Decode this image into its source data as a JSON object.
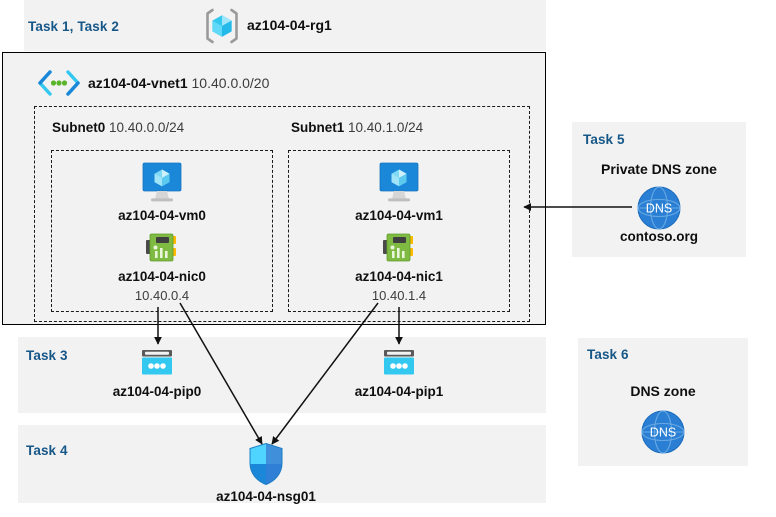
{
  "header": {
    "task_label": "Task 1, Task 2",
    "resource_group_icon": "resource-group-cube-icon",
    "resource_group_name": "az104-04-rg1"
  },
  "vnet": {
    "icon": "virtual-network-icon",
    "name": "az104-04-vnet1",
    "address_space": "10.40.0.0/20",
    "subnets": [
      {
        "name": "Subnet0",
        "cidr": "10.40.0.0/24",
        "vm": {
          "icon": "virtual-machine-icon",
          "name": "az104-04-vm0"
        },
        "nic": {
          "icon": "network-interface-icon",
          "name": "az104-04-nic0",
          "ip": "10.40.0.4"
        }
      },
      {
        "name": "Subnet1",
        "cidr": "10.40.1.0/24",
        "vm": {
          "icon": "virtual-machine-icon",
          "name": "az104-04-vm1"
        },
        "nic": {
          "icon": "network-interface-icon",
          "name": "az104-04-nic1",
          "ip": "10.40.1.4"
        }
      }
    ]
  },
  "task3": {
    "task_label": "Task 3",
    "pip0": {
      "icon": "public-ip-address-icon",
      "name": "az104-04-pip0"
    },
    "pip1": {
      "icon": "public-ip-address-icon",
      "name": "az104-04-pip1"
    }
  },
  "task4": {
    "task_label": "Task 4",
    "nsg": {
      "icon": "network-security-group-shield-icon",
      "name": "az104-04-nsg01"
    }
  },
  "task5": {
    "task_label": "Task 5",
    "heading": "Private DNS zone",
    "icon": "dns-zone-globe-icon",
    "zone_name": "contoso.org"
  },
  "task6": {
    "task_label": "Task 6",
    "heading": "DNS zone",
    "icon": "dns-zone-globe-icon"
  },
  "colors": {
    "task_label": "#165788",
    "panel_background": "#f2f2f2",
    "page_background": "#ffffff",
    "border": "#000000",
    "azure_blue": "#1b87d8",
    "cyan": "#32c8f0",
    "nic_green": "#7fba42",
    "dns_blue": "#1f7fd4"
  }
}
